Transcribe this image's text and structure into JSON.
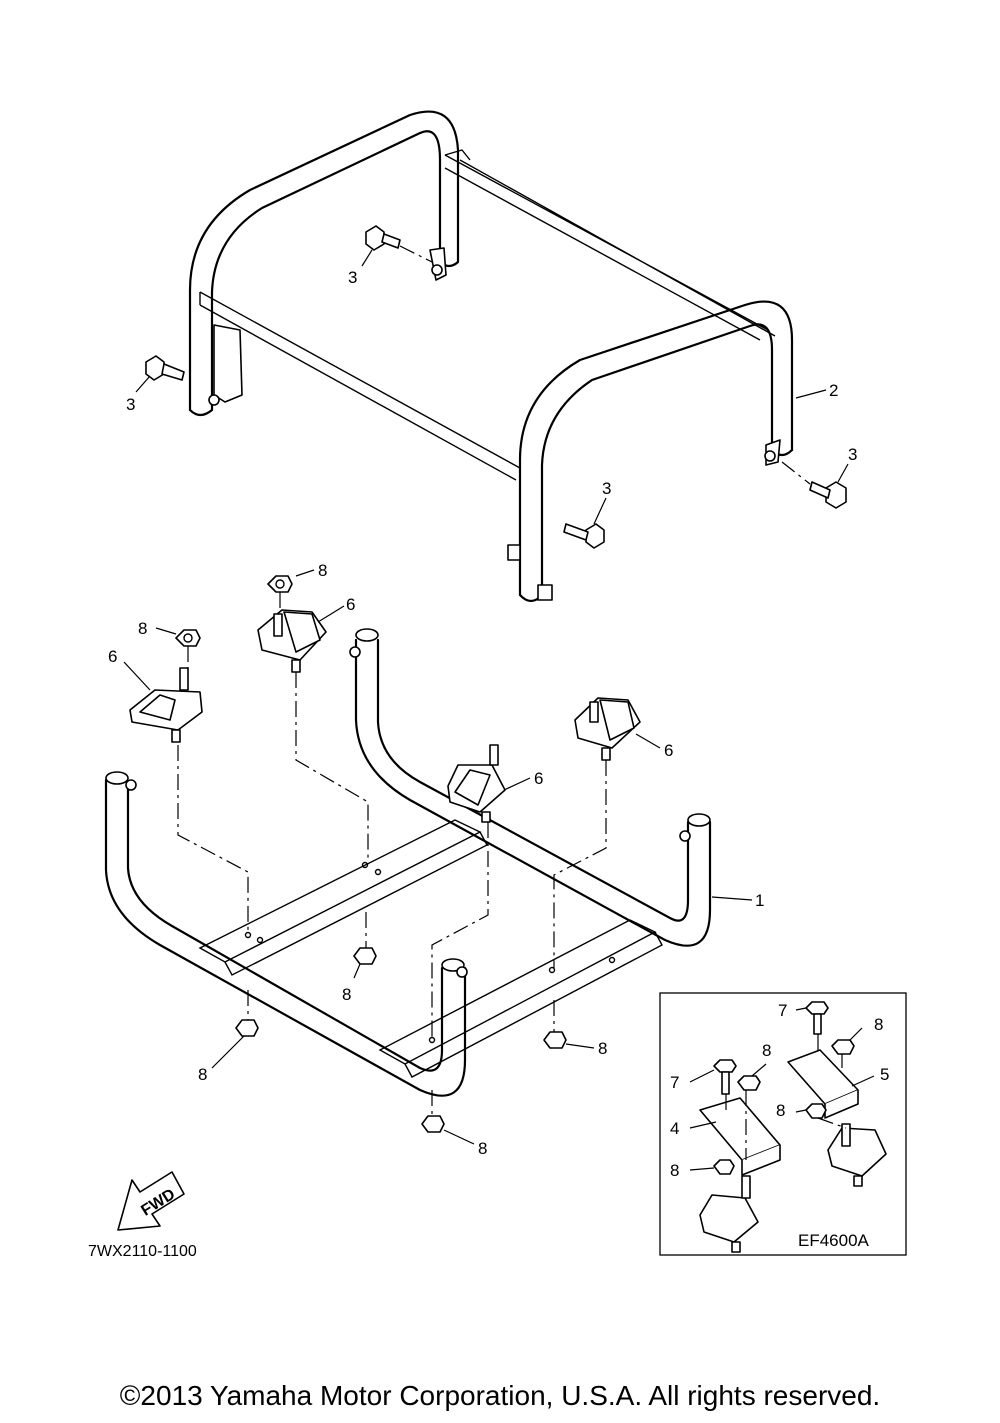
{
  "callouts": {
    "c3a": "3",
    "c3b": "3",
    "c3c": "3",
    "c3d": "3",
    "c2": "2",
    "c1": "1",
    "c8a": "8",
    "c8b": "8",
    "c8c": "8",
    "c8d": "8",
    "c8e": "8",
    "c8f": "8",
    "c6a": "6",
    "c6b": "6",
    "c6c": "6",
    "c6d": "6",
    "inset_c7a": "7",
    "inset_c7b": "7",
    "inset_c8a": "8",
    "inset_c8b": "8",
    "inset_c8c": "8",
    "inset_c8d": "8",
    "inset_c4": "4",
    "inset_c5": "5"
  },
  "inset_model": "EF4600A",
  "fwd_label": "FWD",
  "drawing_code": "7WX2110-1100",
  "copyright": "©2013 Yamaha Motor Corporation, U.S.A. All rights reserved."
}
